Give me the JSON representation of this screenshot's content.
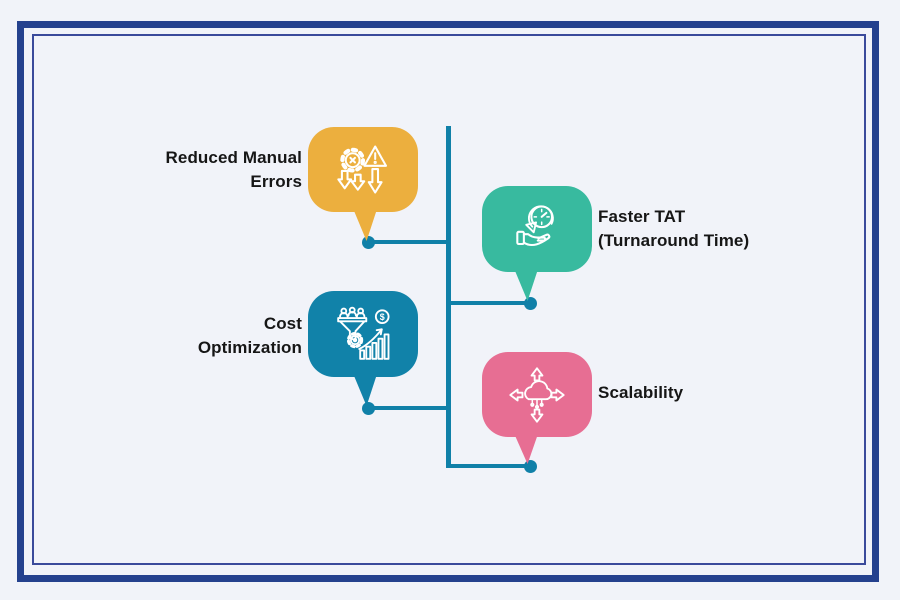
{
  "diagram": {
    "background_color": "#F1F3F9",
    "frame": {
      "outer_border_color": "#24418E",
      "inner_border_color": "#3A4A9B"
    },
    "connector_color": "#1080A8",
    "items": [
      {
        "label": "Reduced Manual Errors",
        "side": "left",
        "bubble_color": "#ECAF3E",
        "icon": "gear-error-warning-down-arrows-icon"
      },
      {
        "label": "Faster TAT (Turnaround Time)",
        "side": "right",
        "bubble_color": "#38BA9F",
        "icon": "hand-holding-stopwatch-icon"
      },
      {
        "label": "Cost Optimization",
        "side": "left",
        "bubble_color": "#1182A9",
        "icon": "people-funnel-gear-growth-chart-dollar-icon",
        "coin_symbol": "$"
      },
      {
        "label": "Scalability",
        "side": "right",
        "bubble_color": "#E76E93",
        "icon": "cloud-expand-arrows-icon"
      }
    ]
  }
}
